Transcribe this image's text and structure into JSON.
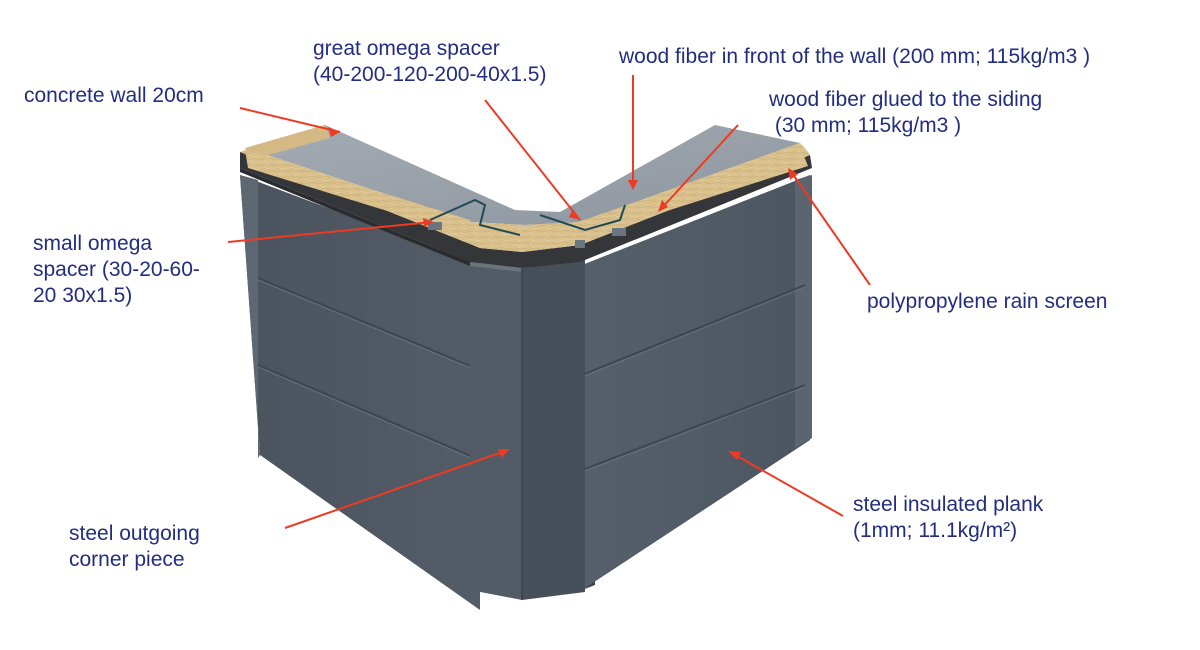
{
  "colors": {
    "label_text": "#232d80",
    "leader_line": "#ee3a22",
    "steel_panel": "#4c5560",
    "concrete": "#9aa2aa",
    "wood_fiber": "#d9c08e",
    "rain_screen": "#3e3f43"
  },
  "labels": {
    "concrete_wall": [
      "concrete wall 20cm"
    ],
    "great_omega": [
      "great omega spacer",
      "(40-200-120-200-40x1.5)"
    ],
    "wood_front": [
      "wood fiber in front of the wall (200 mm; 115kg/m3 )"
    ],
    "wood_glued": [
      "wood fiber glued to the siding",
      " (30 mm; 115kg/m3 )"
    ],
    "small_omega": [
      "small omega",
      "spacer (30-20-60-",
      "20 30x1.5)"
    ],
    "rain_screen": [
      "polypropylene rain screen"
    ],
    "steel_plank": [
      "steel insulated plank",
      "(1mm; 11.1kg/m²)"
    ],
    "corner_piece": [
      "steel outgoing",
      "corner piece"
    ]
  }
}
